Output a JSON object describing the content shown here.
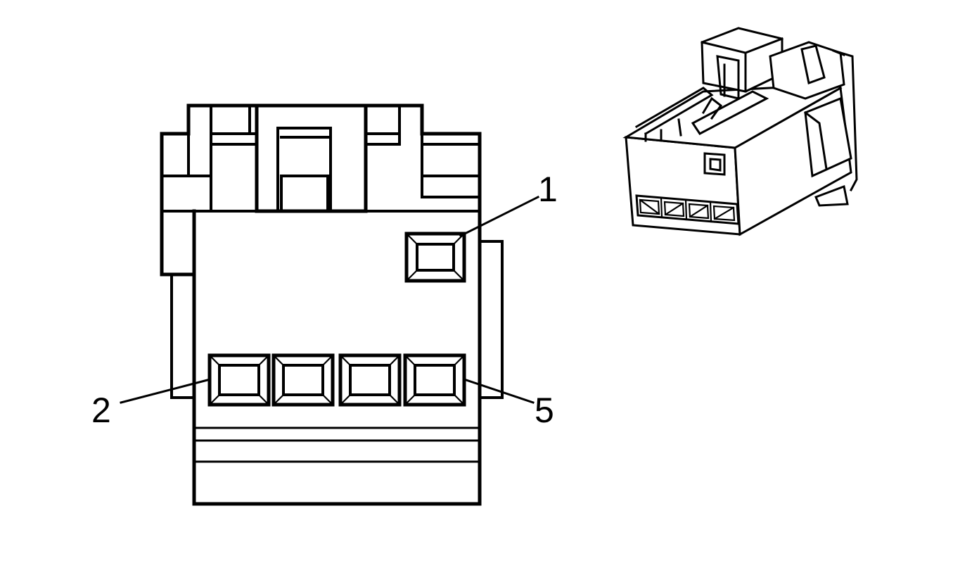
{
  "callouts": [
    {
      "label": "1"
    },
    {
      "label": "2"
    },
    {
      "label": "5"
    }
  ],
  "colors": {
    "line": "#000000",
    "background": "#ffffff"
  }
}
